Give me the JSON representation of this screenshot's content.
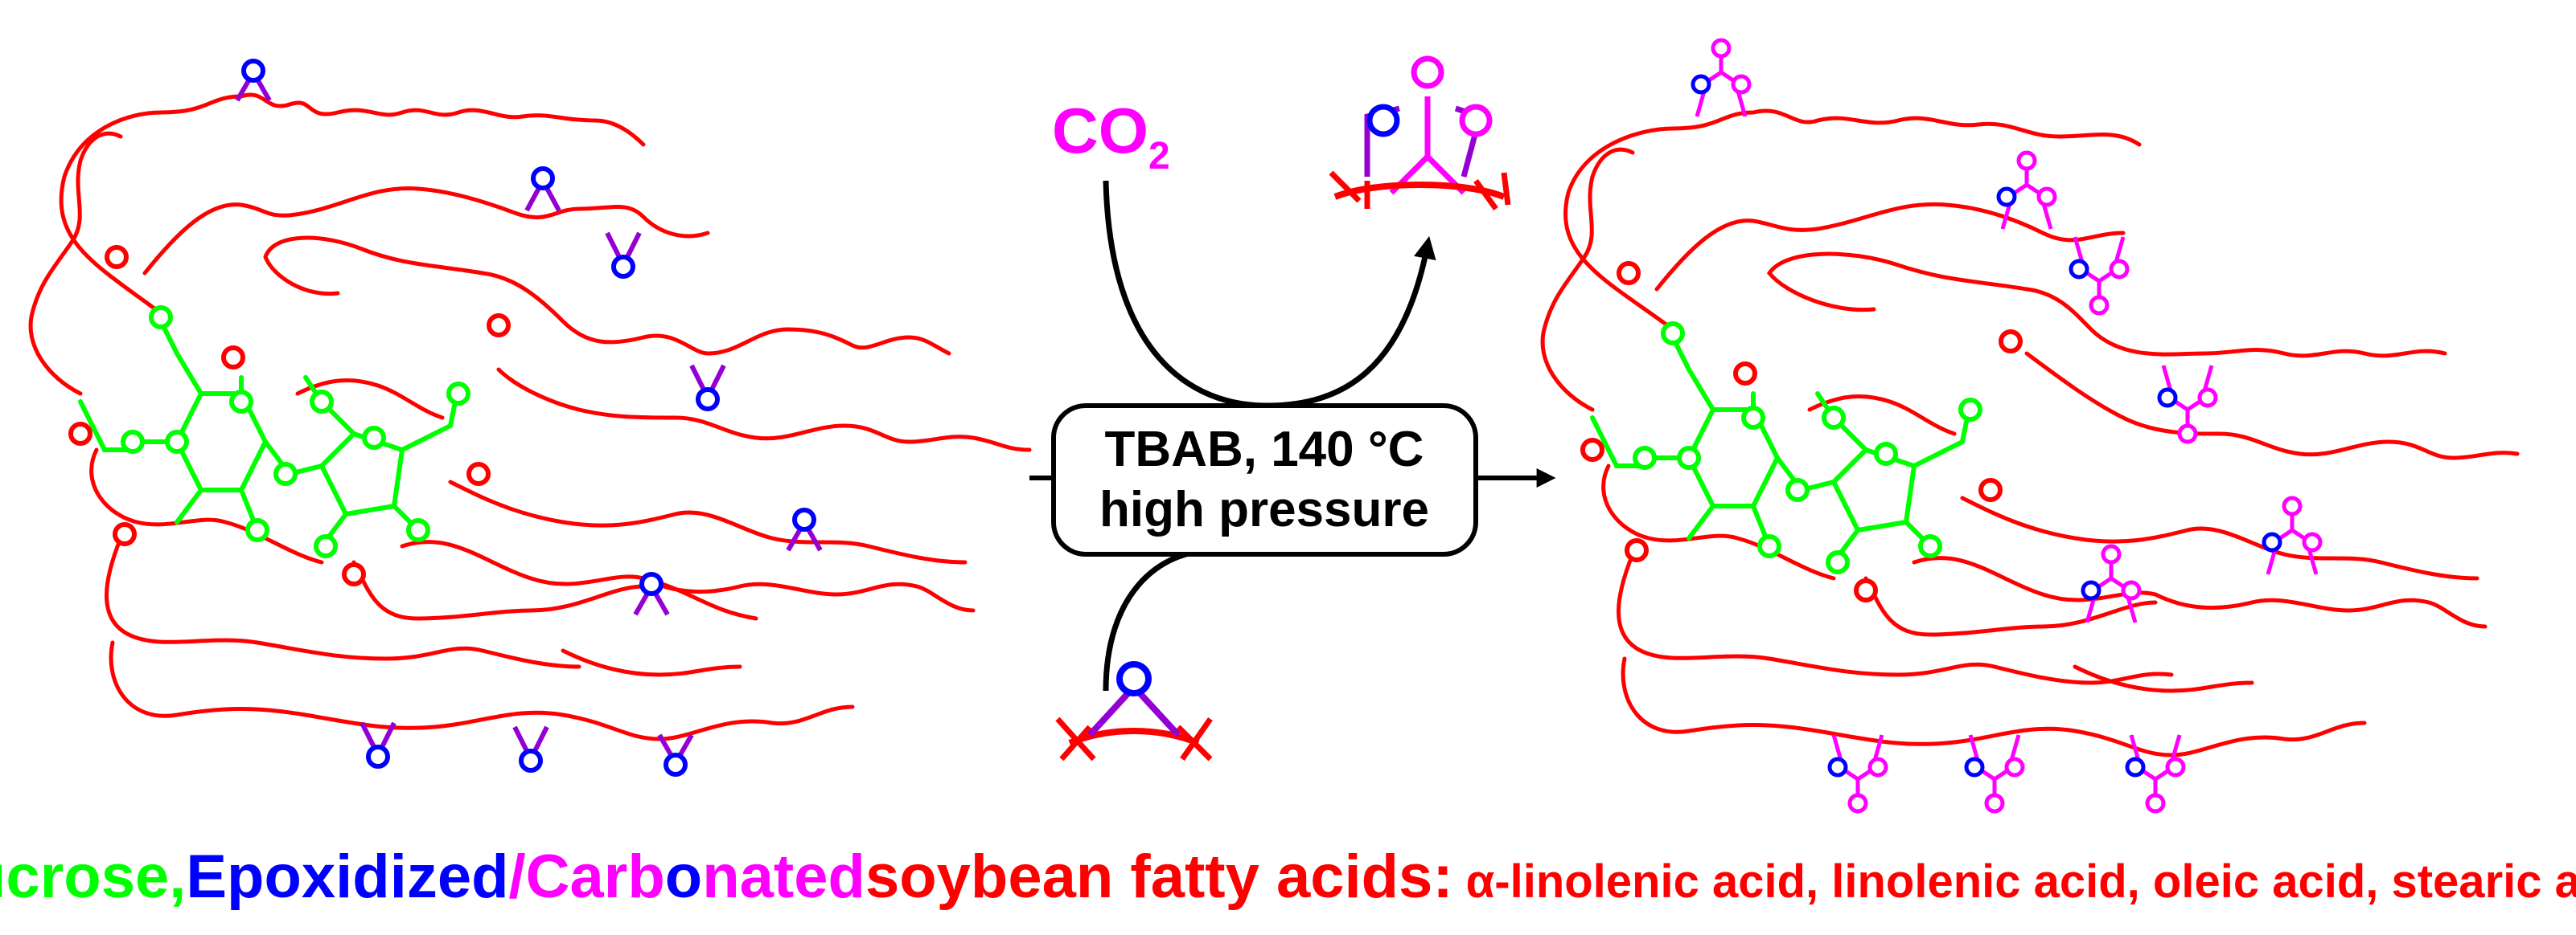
{
  "colors": {
    "chain": "#ff0000",
    "sucrose": "#00ff00",
    "epoxide": "#0000ff",
    "carbonate": "#ff00ff",
    "epoxide_bond": "#9400d3",
    "arrow": "#000000"
  },
  "reagent_label": "CO",
  "reagent_subscript": "2",
  "conditions": {
    "line1": "TBAB, 140 °C",
    "line2": "high pressure"
  },
  "atom_label": "O",
  "caption": {
    "sucrose": "Sucrose,",
    "epoxidized": "Epoxidized",
    "slash": "/",
    "carbonated_part1": "Carb",
    "carbonated_o": "o",
    "carbonated_part2": "nated",
    "soybean": "soybean fatty acids:",
    "acids": "α-linolenic acid, linolenic acid, oleic acid, stearic acid"
  }
}
